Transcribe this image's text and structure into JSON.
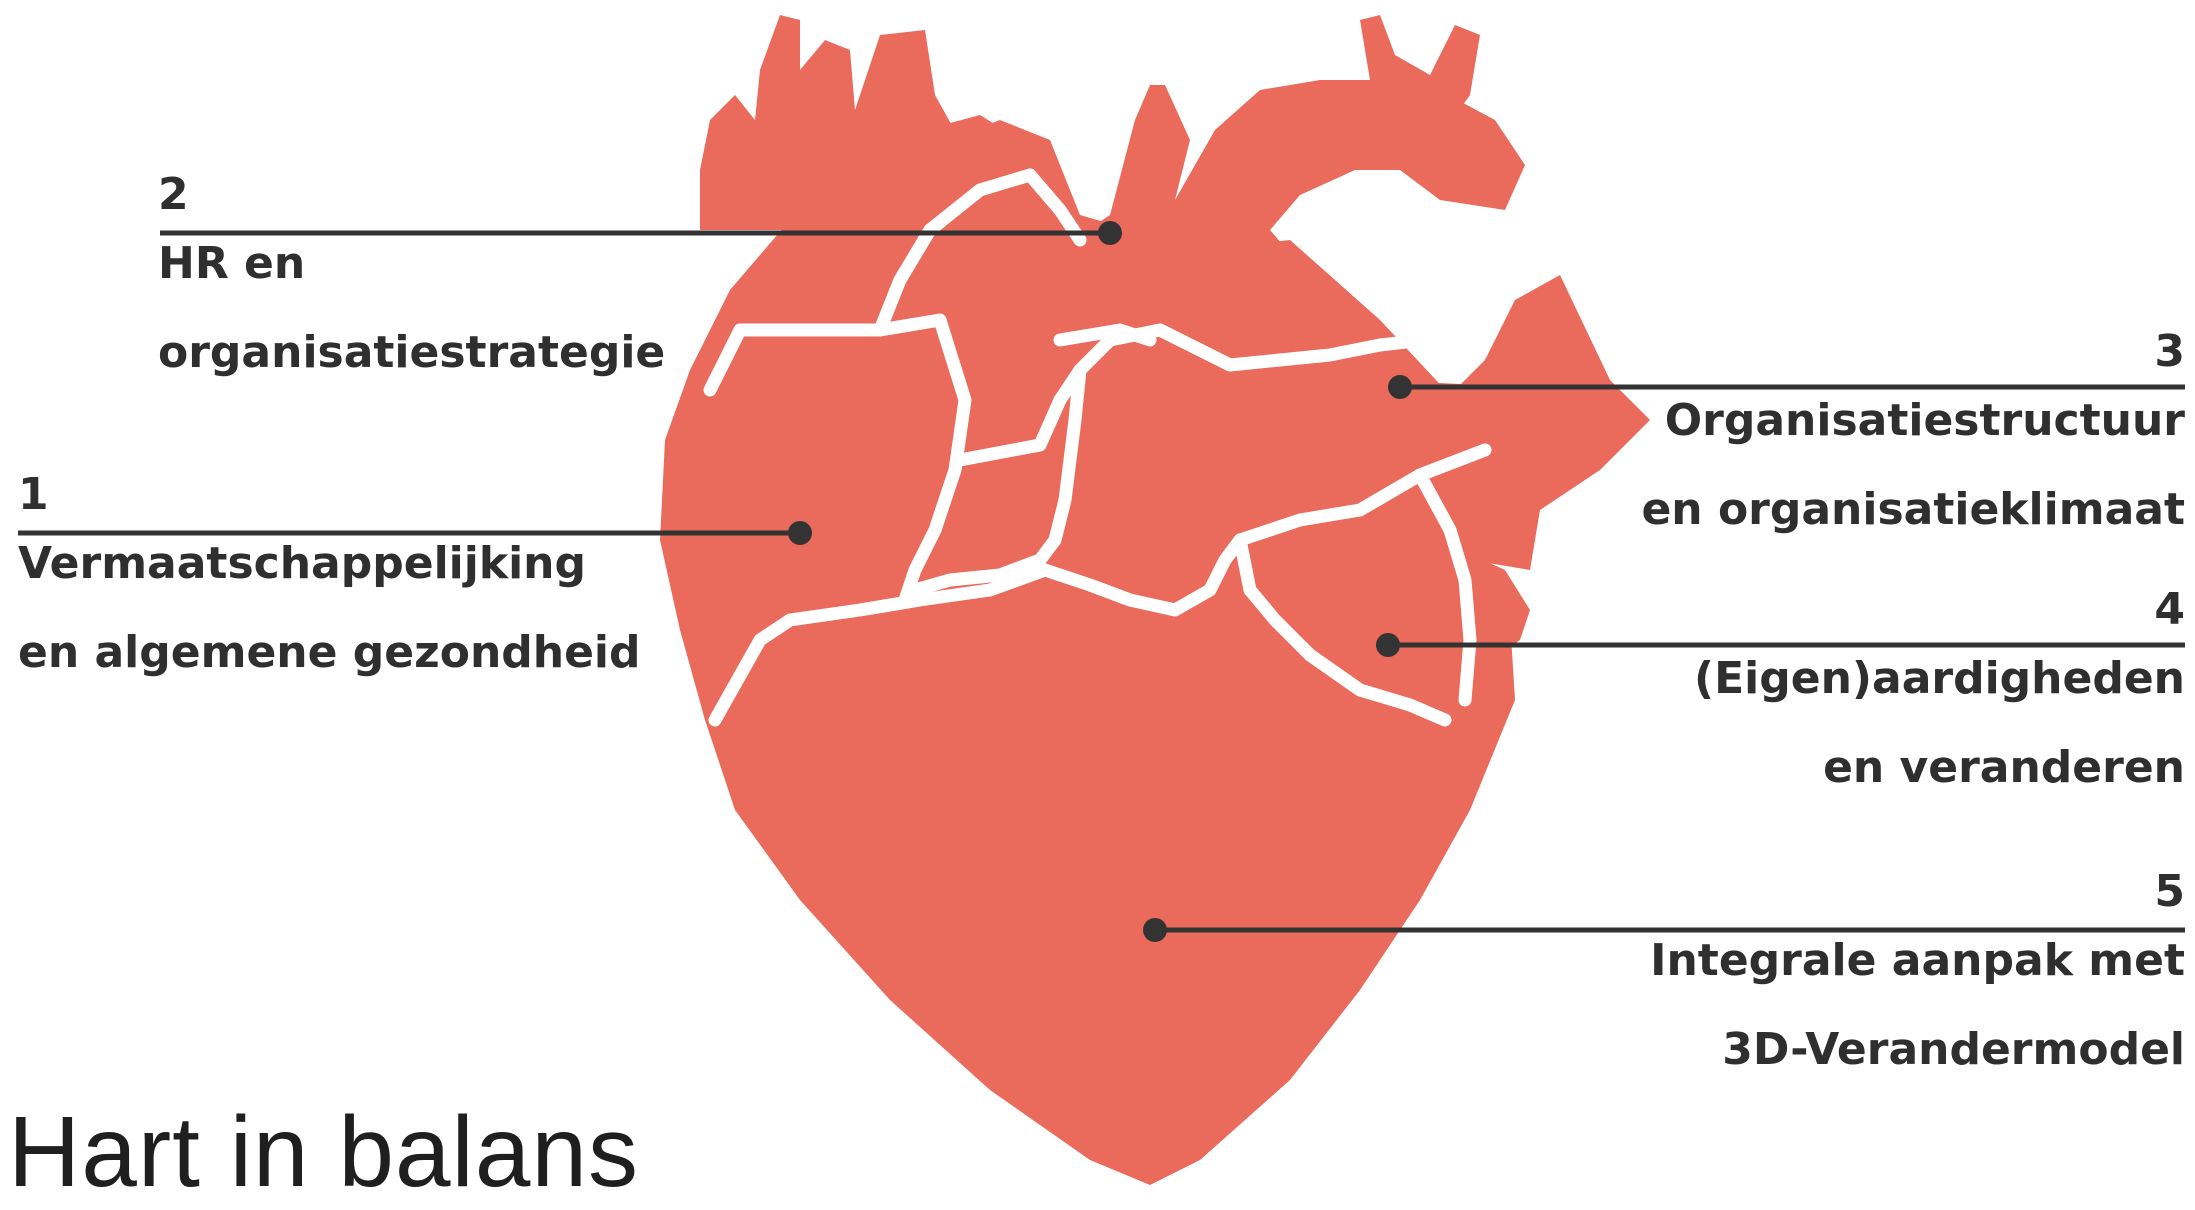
{
  "title": "Hart in balans",
  "colors": {
    "heart": "#ea6a5b",
    "outline": "#ffffff",
    "callout": "#333333",
    "text": "#2f2f2f"
  },
  "labels": [
    {
      "id": "1",
      "number": "1",
      "lines": [
        "Vermaatschappelijking",
        "en algemene gezondheid"
      ]
    },
    {
      "id": "2",
      "number": "2",
      "lines": [
        "HR en",
        "organisatiestrategie"
      ]
    },
    {
      "id": "3",
      "number": "3",
      "lines": [
        "Organisatiestructuur",
        "en organisatieklimaat"
      ]
    },
    {
      "id": "4",
      "number": "4",
      "lines": [
        "(Eigen)aardigheden",
        "en veranderen"
      ]
    },
    {
      "id": "5",
      "number": "5",
      "lines": [
        "Integrale aanpak met",
        "3D-Verandermodel"
      ]
    }
  ]
}
